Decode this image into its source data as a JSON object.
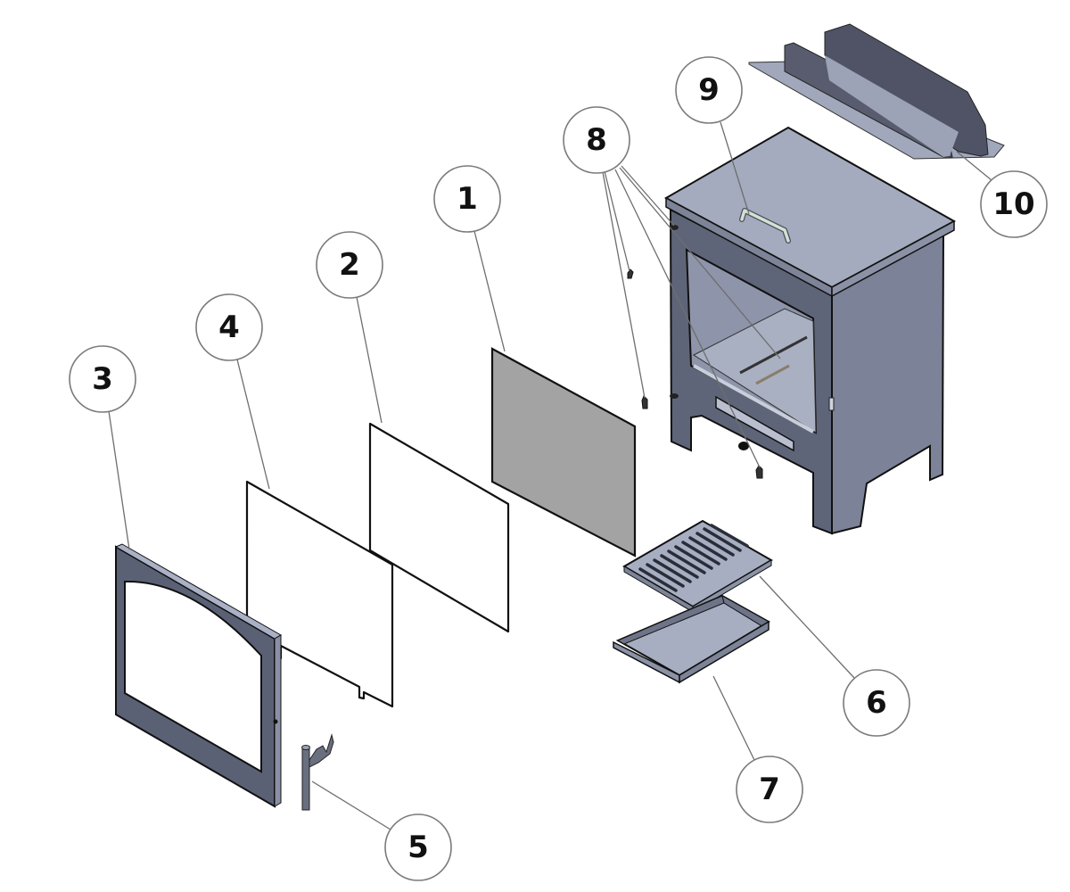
{
  "diagram": {
    "type": "exploded-parts-view",
    "colors": {
      "body_front": "#5f6578",
      "body_side": "#7a8096",
      "body_top": "#a4abbe",
      "interior": "#9aa1b4",
      "panel_grey": "#a3a3a3",
      "handle": "#cfdccf",
      "outline": "#111111",
      "leader": "#6e6e6e"
    },
    "callouts": [
      {
        "id": "1",
        "label": "1",
        "part": "rear-fire-panel"
      },
      {
        "id": "2",
        "label": "2",
        "part": "glass-panel"
      },
      {
        "id": "3",
        "label": "3",
        "part": "door-frame"
      },
      {
        "id": "4",
        "label": "4",
        "part": "door-seal"
      },
      {
        "id": "5",
        "label": "5",
        "part": "door-hinge-latch"
      },
      {
        "id": "6",
        "label": "6",
        "part": "grate"
      },
      {
        "id": "7",
        "label": "7",
        "part": "ash-pan"
      },
      {
        "id": "8",
        "label": "8",
        "part": "fixings"
      },
      {
        "id": "9",
        "label": "9",
        "part": "stove-body-handle"
      },
      {
        "id": "10",
        "label": "10",
        "part": "baffle-plate"
      }
    ]
  }
}
